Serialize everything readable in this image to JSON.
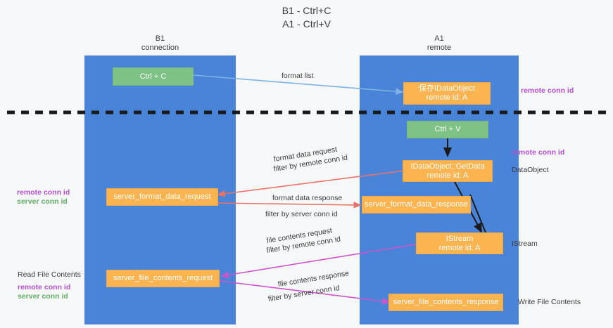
{
  "title": "B1 - Ctrl+C\nA1 - Ctrl+V",
  "lanes": [
    {
      "name": "lane-b1",
      "header": "B1\nconnection"
    },
    {
      "name": "lane-a1",
      "header": "A1\nremote"
    }
  ],
  "nodes": {
    "ctrl_c": {
      "line1": "Ctrl + C",
      "line2": ""
    },
    "ctrl_v": {
      "line1": "Ctrl + V",
      "line2": ""
    },
    "idataobject": {
      "line1": "保存IDataObject",
      "line2": "remote id: A"
    },
    "getdata": {
      "line1": "IDataObject::GetData",
      "line2": "remote id: A"
    },
    "istream": {
      "line1": "IStream",
      "line2": "remote id: A"
    },
    "server_format_data_request": {
      "line1": "server_format_data_request",
      "line2": ""
    },
    "server_format_data_response": {
      "line1": "server_format_data_response",
      "line2": ""
    },
    "server_file_contents_request": {
      "line1": "server_file_contents_request",
      "line2": ""
    },
    "server_file_contents_response": {
      "line1": "server_file_contents_response",
      "line2": ""
    }
  },
  "edge_labels": {
    "format_list": "format list",
    "format_data_request": "format data request",
    "format_data_request_filter_prefix": "filter by ",
    "format_data_request_filter_key": "remote conn id",
    "format_data_response": "format data response",
    "format_data_response_filter_prefix": "filter by ",
    "format_data_response_filter_key": "server conn id",
    "file_contents_request": "file contents request",
    "file_contents_request_filter_prefix": "filter by ",
    "file_contents_request_filter_key": "remote conn id",
    "file_contents_response": "file contents response",
    "file_contents_response_filter_prefix": "filter by ",
    "file_contents_response_filter_key": "server conn id"
  },
  "annotations": {
    "right_remote_conn_id_top": "remote conn id",
    "right_remote_conn_id_mid": "remote conn id",
    "right_dataobject": "DataObject",
    "right_istream": "IStream",
    "right_write_file_contents": "Write File Contents",
    "left_remote_conn_id_1": "remote conn id",
    "left_server_conn_id_1": "server conn id",
    "left_read_file_contents": "Read File Contents",
    "left_remote_conn_id_2": "remote conn id",
    "left_server_conn_id_2": "server conn id"
  },
  "colors": {
    "lane": "#4a84d8",
    "green_node": "#7fc285",
    "orange_node": "#fcb450",
    "remote_conn_id": "#b34fd0",
    "server_conn_id": "#5fae63",
    "arrow_blue": "#7fb2e5",
    "arrow_red": "#e8736b",
    "arrow_pink": "#cc55cc",
    "arrow_black": "#1a1a1a",
    "divider": "#1a1a1a"
  }
}
